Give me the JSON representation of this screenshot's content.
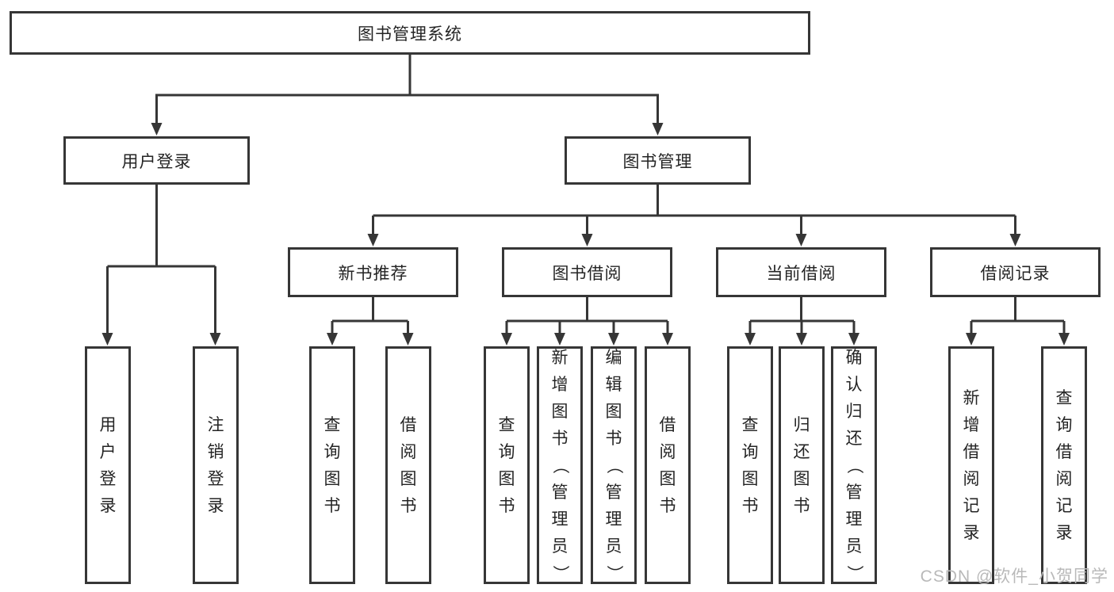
{
  "colors": {
    "line": "#363636",
    "box_border": "#363636",
    "box_background": "#ffffff",
    "text": "#242424",
    "watermark": "#b9b9b9"
  },
  "watermark": "CSDN @软件_小贺同学",
  "tree": {
    "root": "图书管理系统",
    "userLogin": {
      "label": "用户登录",
      "children": [
        "用户登录",
        "注销登录"
      ]
    },
    "bookMgmt": {
      "label": "图书管理",
      "newBookRecommend": {
        "label": "新书推荐",
        "children": [
          "查询图书",
          "借阅图书"
        ]
      },
      "bookBorrow": {
        "label": "图书借阅",
        "children": [
          "查询图书",
          "新增图书（管理员）",
          "编辑图书（管理员）",
          "借阅图书"
        ]
      },
      "currentBorrow": {
        "label": "当前借阅",
        "children": [
          "查询图书",
          "归还图书",
          "确认归还（管理员）"
        ]
      },
      "borrowRecords": {
        "label": "借阅记录",
        "children": [
          "新增借阅记录",
          "查询借阅记录"
        ]
      }
    }
  }
}
